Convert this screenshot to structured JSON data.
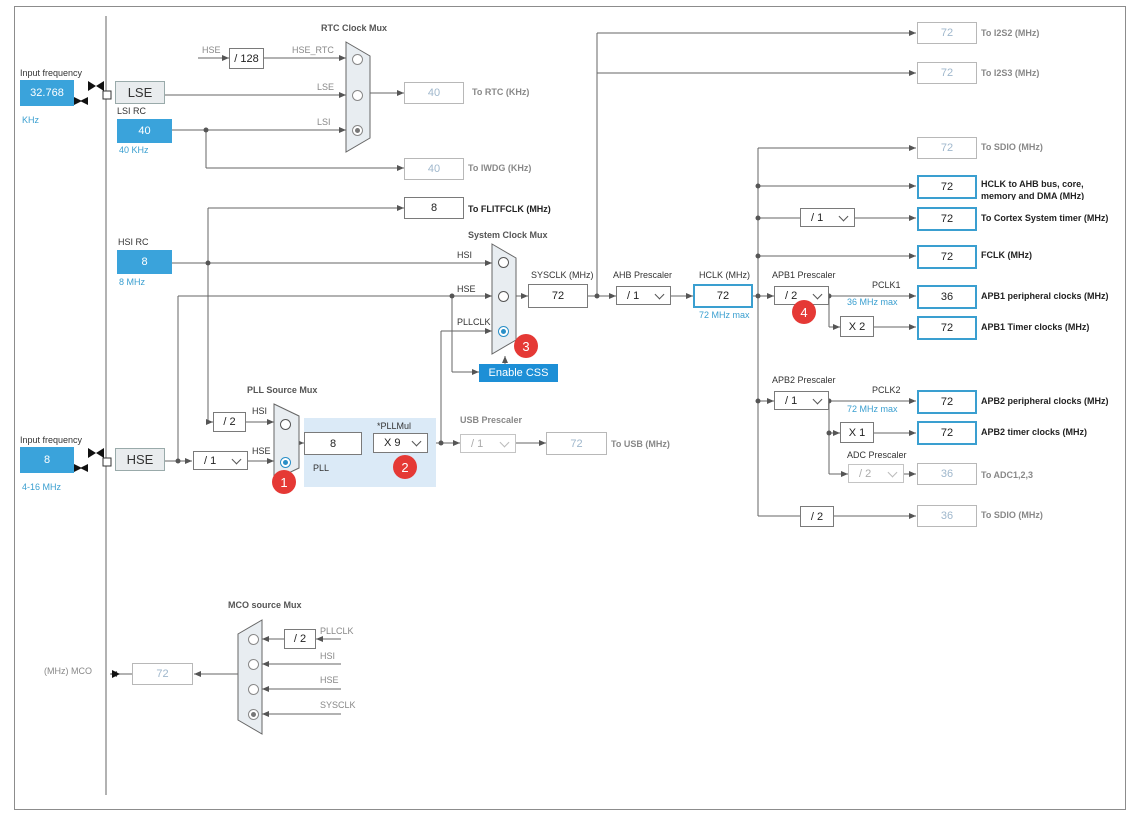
{
  "colors": {
    "accent": "#3aa3db",
    "badge": "#e53935",
    "button": "#1d8fd6"
  },
  "rtc_mux": {
    "title": "RTC Clock Mux",
    "hse_in": "HSE",
    "div": "/ 128",
    "hse_rtc": "HSE_RTC",
    "lse": "LSE",
    "lsi": "LSI"
  },
  "lse": {
    "input_label": "Input frequency",
    "value": "32.768",
    "unit": "KHz",
    "block": "LSE"
  },
  "lsi": {
    "label": "LSI RC",
    "value": "40",
    "unit": "40 KHz"
  },
  "rtc_out": {
    "value": "40",
    "label": "To RTC (KHz)"
  },
  "iwdg_out": {
    "value": "40",
    "label": "To IWDG (KHz)"
  },
  "flit_out": {
    "value": "8",
    "label": "To FLITFCLK (MHz)"
  },
  "hsi": {
    "label": "HSI RC",
    "value": "8",
    "unit": "8 MHz"
  },
  "sys_mux": {
    "title": "System Clock Mux",
    "hsi": "HSI",
    "hse": "HSE",
    "pllclk": "PLLCLK"
  },
  "enable_css": "Enable CSS",
  "sysclk": {
    "label": "SYSCLK (MHz)",
    "value": "72"
  },
  "ahb": {
    "label": "AHB Prescaler",
    "value": "/ 1"
  },
  "hclk": {
    "label": "HCLK (MHz)",
    "value": "72",
    "max": "72 MHz max"
  },
  "apb1": {
    "label": "APB1 Prescaler",
    "value": "/ 2",
    "pclk": "PCLK1",
    "max": "36 MHz max",
    "timer_mul": "X 2"
  },
  "apb2": {
    "label": "APB2 Prescaler",
    "value": "/ 1",
    "pclk": "PCLK2",
    "max": "72 MHz max",
    "timer_mul": "X 1"
  },
  "adc": {
    "label": "ADC Prescaler",
    "value": "/ 2"
  },
  "cortex_div": "/ 1",
  "sdio2_div": "/ 2",
  "outputs": {
    "i2s2": {
      "value": "72",
      "label": "To I2S2 (MHz)"
    },
    "i2s3": {
      "value": "72",
      "label": "To I2S3 (MHz)"
    },
    "sdio1": {
      "value": "72",
      "label": "To SDIO (MHz)"
    },
    "hclk_ahb": {
      "value": "72",
      "label": "HCLK to AHB bus, core,",
      "label2": "memory and DMA (MHz)"
    },
    "cortex": {
      "value": "72",
      "label": "To Cortex System timer (MHz)"
    },
    "fclk": {
      "value": "72",
      "label": "FCLK (MHz)"
    },
    "apb1_periph": {
      "value": "36",
      "label": "APB1 peripheral clocks (MHz)"
    },
    "apb1_timer": {
      "value": "72",
      "label": "APB1 Timer clocks (MHz)"
    },
    "apb2_periph": {
      "value": "72",
      "label": "APB2 peripheral clocks (MHz)"
    },
    "apb2_timer": {
      "value": "72",
      "label": "APB2 timer clocks (MHz)"
    },
    "adc": {
      "value": "36",
      "label": "To ADC1,2,3"
    },
    "sdio2": {
      "value": "36",
      "label": "To SDIO (MHz)"
    }
  },
  "pll_mux": {
    "title": "PLL Source Mux",
    "div": "/ 2",
    "hsi": "HSI",
    "hse": "HSE"
  },
  "pll": {
    "input": "8",
    "mul_label": "*PLLMul",
    "mul": "X 9",
    "label": "PLL"
  },
  "usb": {
    "label": "USB Prescaler",
    "value": "/ 1",
    "out_value": "72",
    "out_label": "To USB (MHz)"
  },
  "hse": {
    "input_label": "Input frequency",
    "value": "8",
    "unit": "4-16 MHz",
    "block": "HSE",
    "div": "/ 1"
  },
  "mco": {
    "title": "MCO source Mux",
    "div": "/ 2",
    "pllclk": "PLLCLK",
    "hsi": "HSI",
    "hse": "HSE",
    "sysclk": "SYSCLK",
    "out_value": "72",
    "out_label": "(MHz) MCO"
  },
  "badges": [
    "1",
    "2",
    "3",
    "4"
  ]
}
